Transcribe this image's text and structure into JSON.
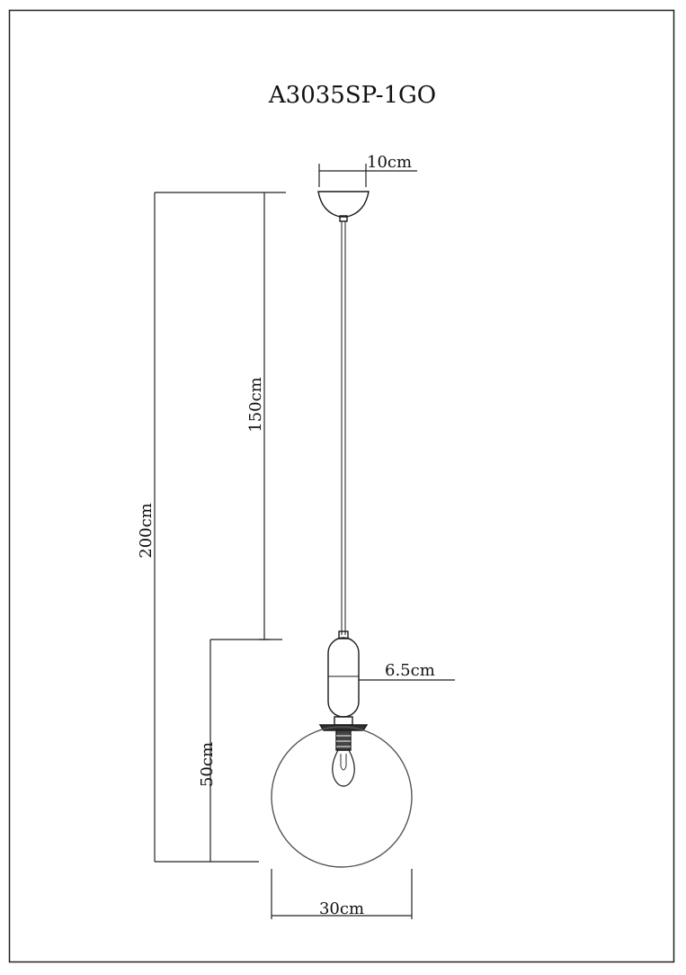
{
  "drawing": {
    "model": "A3035SP-1GO",
    "colors": {
      "line": "#1a1a1a",
      "glass": "#555555",
      "paper": "#ffffff"
    }
  },
  "dimensions": {
    "canopy_width": "10cm",
    "cable_length": "150cm",
    "total_height": "200cm",
    "shade_height": "50cm",
    "holder_diameter": "6.5cm",
    "shade_diameter": "30cm"
  }
}
